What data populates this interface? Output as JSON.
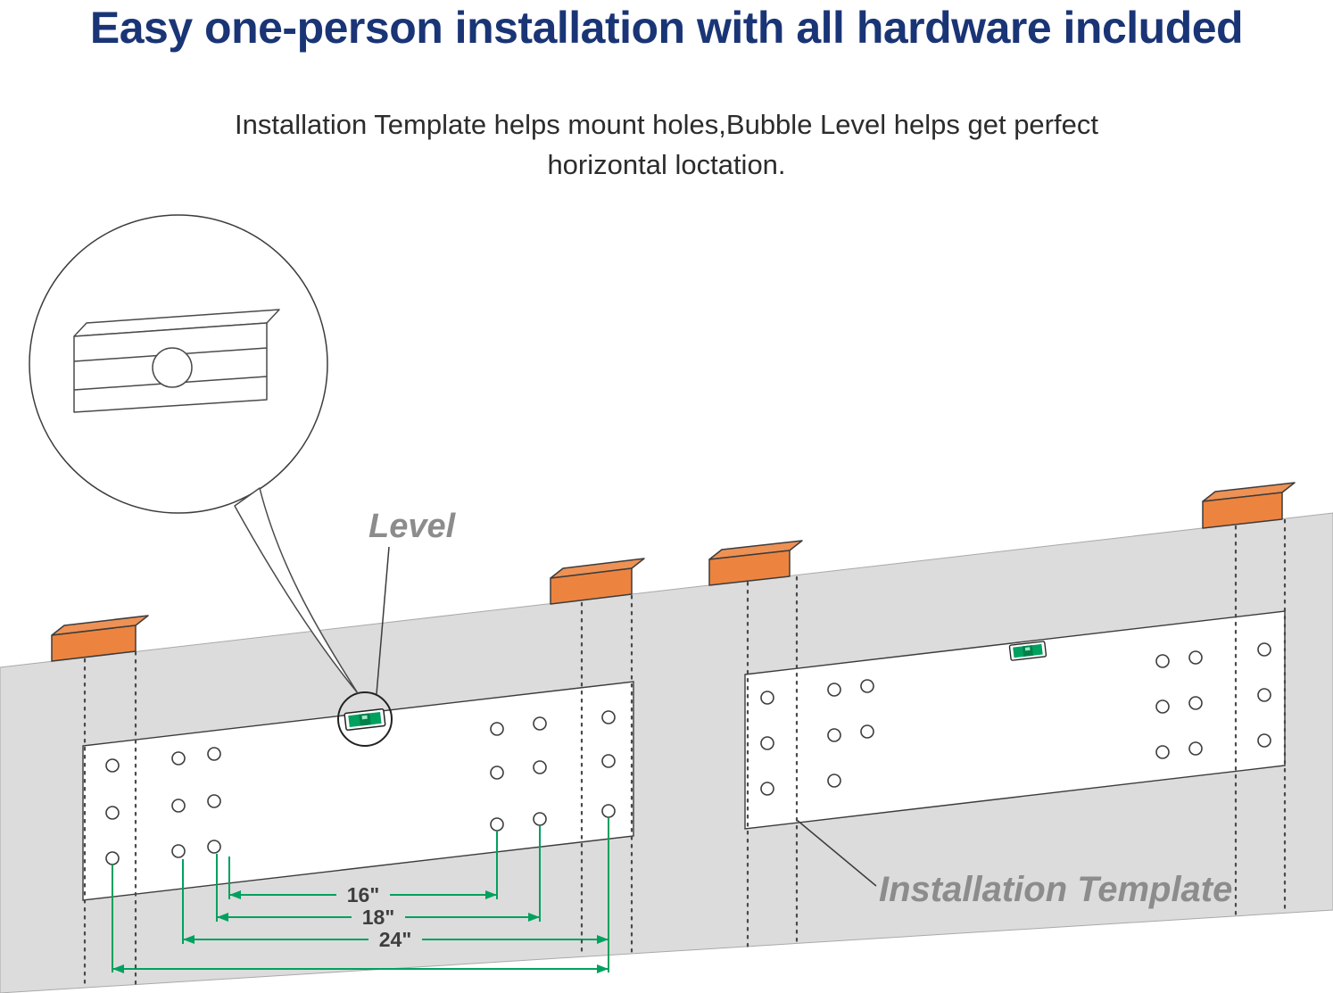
{
  "header": {
    "title": "Easy one-person installation with all hardware included",
    "subtitle_line1": "Installation Template helps mount holes,Bubble Level helps get perfect",
    "subtitle_line2": "horizontal loctation."
  },
  "labels": {
    "level": "Level",
    "installation_template": "Installation Template"
  },
  "dimensions": {
    "d16": "16\"",
    "d18": "18\"",
    "d24": "24\""
  },
  "colors": {
    "title_blue": "#1a3576",
    "dimension_green": "#00a15e",
    "stud_orange": "#ec8440",
    "wall_gray": "#dcdcdc",
    "label_gray": "#8c8c8c",
    "outline": "#3c3c3c"
  }
}
